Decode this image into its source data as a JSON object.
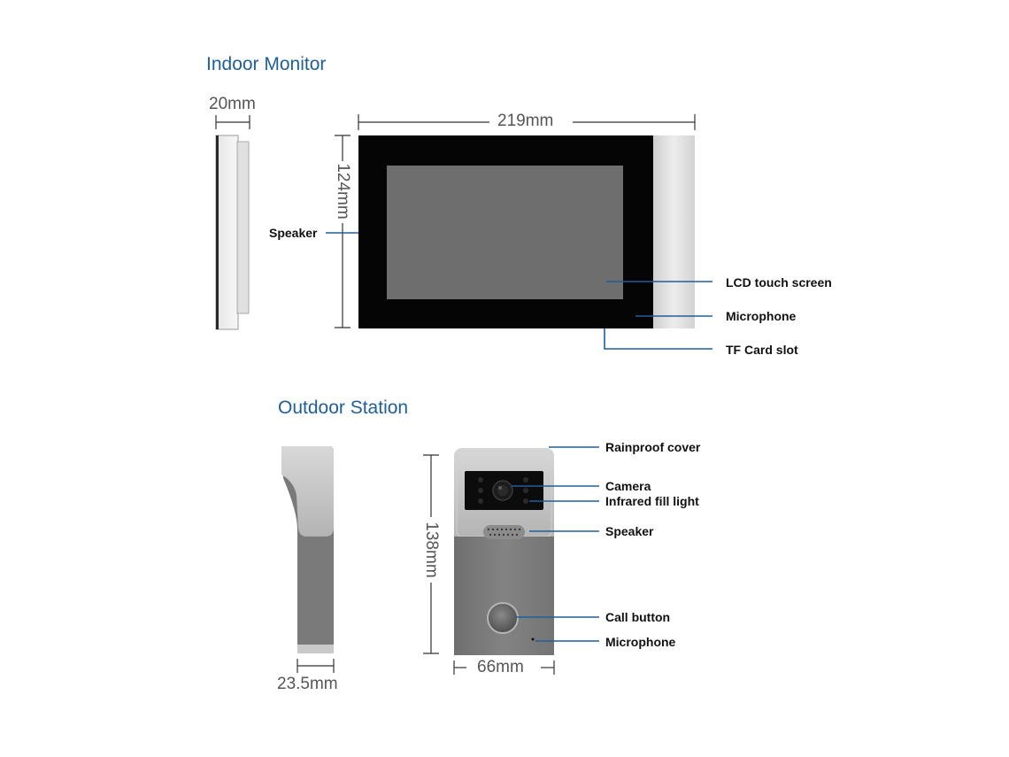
{
  "indoor": {
    "title": "Indoor Monitor",
    "dims": {
      "depth": "20mm",
      "width": "219mm",
      "height": "124mm"
    },
    "labels": {
      "speaker": "Speaker",
      "lcd": "LCD touch screen",
      "microphone": "Microphone",
      "tf_card": "TF Card slot"
    }
  },
  "outdoor": {
    "title": "Outdoor Station",
    "dims": {
      "depth": "23.5mm",
      "width": "66mm",
      "height": "138mm"
    },
    "labels": {
      "rainproof": "Rainproof cover",
      "camera": "Camera",
      "infrared": "Infrared fill light",
      "speaker": "Speaker",
      "call": "Call button",
      "microphone": "Microphone"
    }
  },
  "colors": {
    "title": "#1f5f99",
    "callout_line": "#1f5f99",
    "dimension_line": "#333333",
    "monitor_bezel": "#050505",
    "monitor_screen": "#6e6e6e",
    "monitor_side_panel": "#d9d9d9",
    "station_body": "#7b7b7b",
    "station_cover": "#bfbfbf",
    "camera_window": "#0c0c0c"
  }
}
